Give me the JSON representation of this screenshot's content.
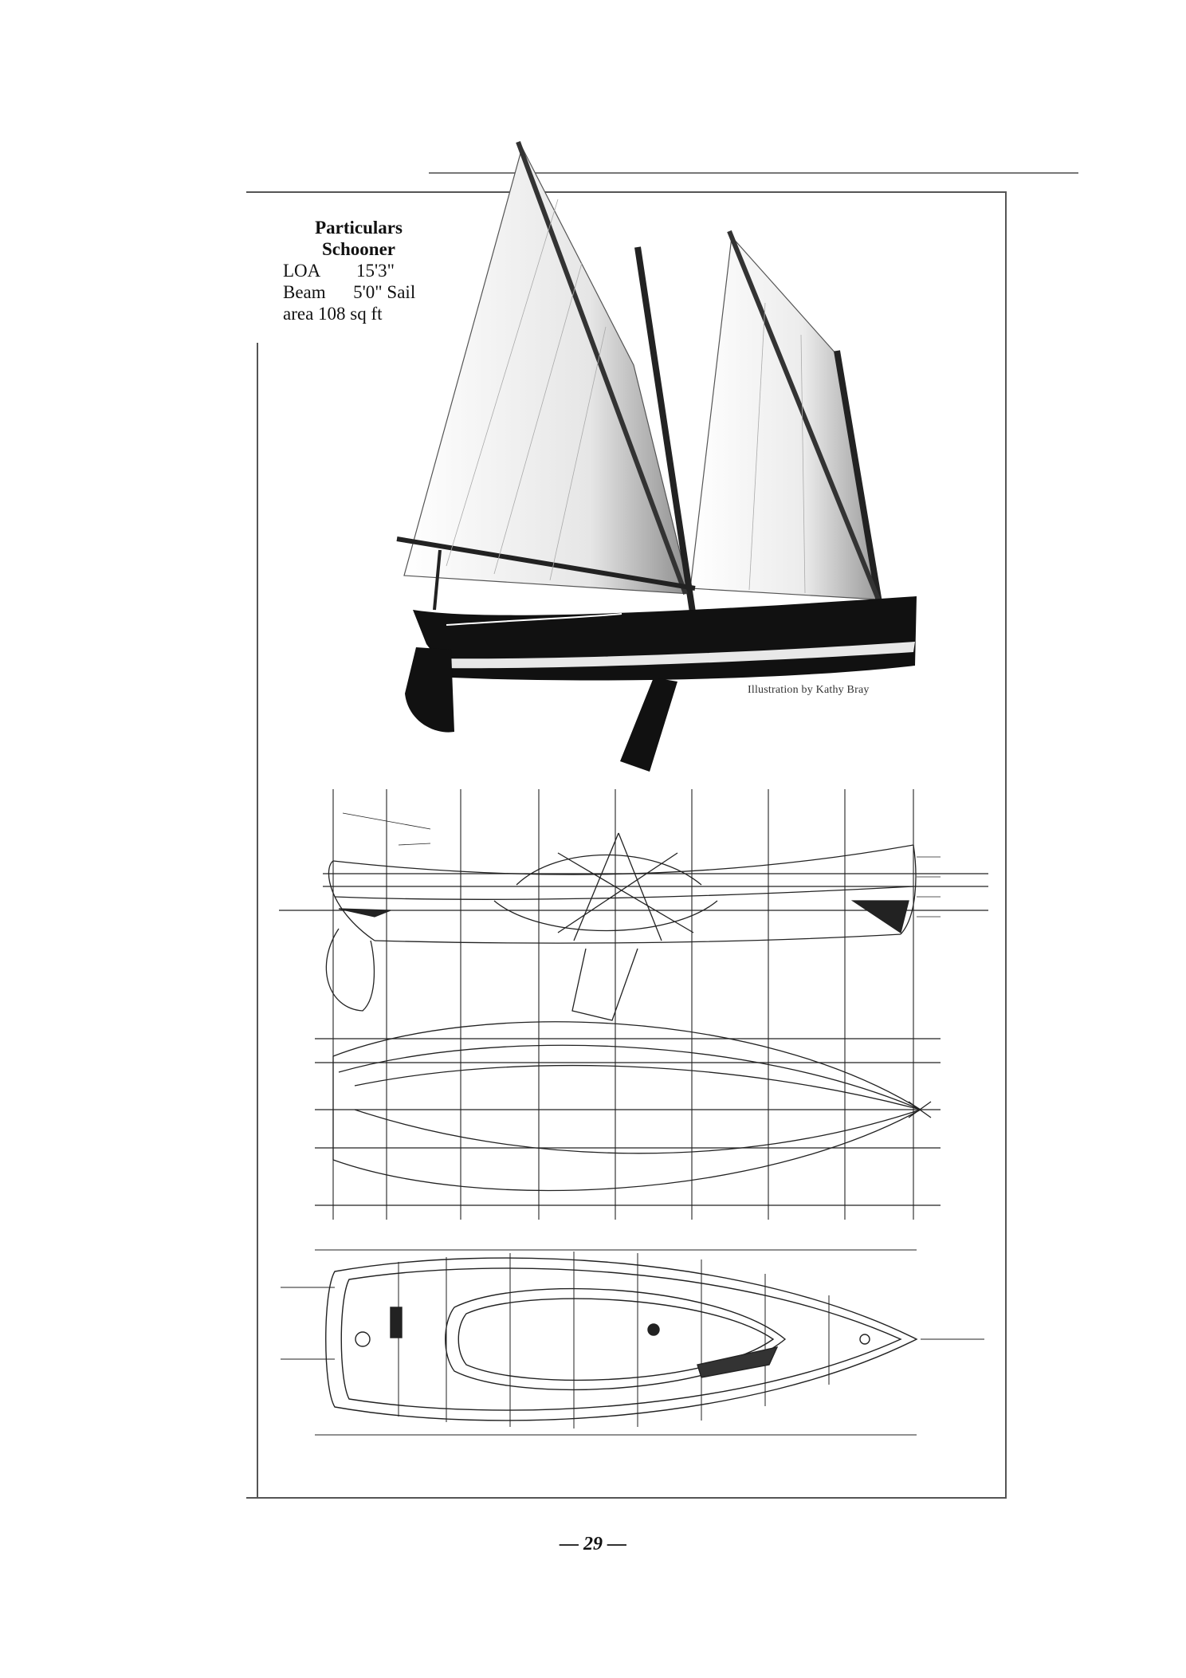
{
  "particulars": {
    "heading": "Particulars",
    "rig": "Schooner",
    "line1": "LOA        15'3\"",
    "line2": "Beam      5'0\" Sail",
    "line3": "area 108 sq ft"
  },
  "illustration": {
    "credit": "Illustration by Kathy Bray",
    "subject_icon": "schooner-sailboat-illustration"
  },
  "drawings": {
    "profile_icon": "hull-profile-lines",
    "half_breadth_icon": "hull-plan-lines",
    "deck_plan_icon": "hull-construction-plan"
  },
  "page": {
    "number": "— 29 —"
  }
}
